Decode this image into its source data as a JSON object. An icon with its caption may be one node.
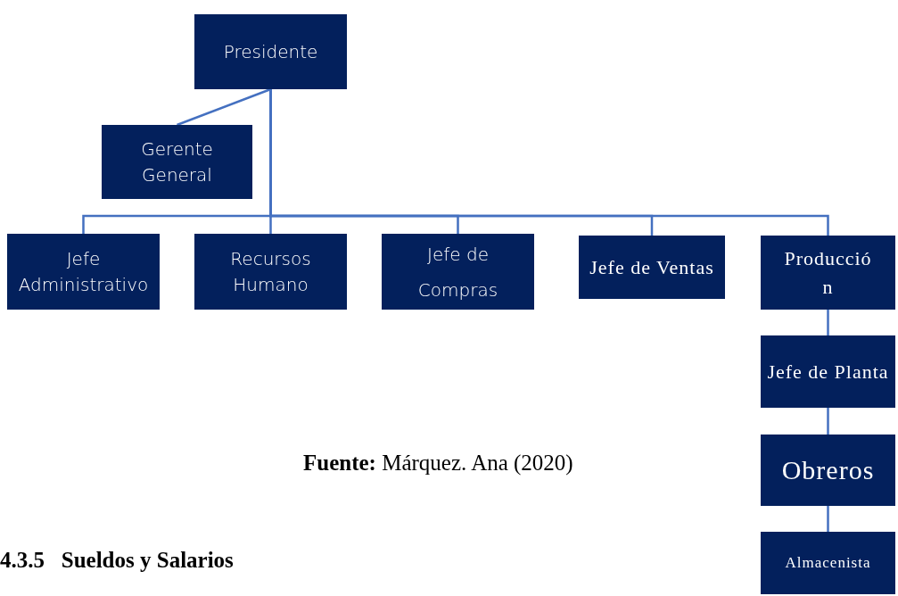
{
  "diagram": {
    "nodes": [
      {
        "text": [
          "Presidente"
        ]
      },
      {
        "text": [
          "Gerente General"
        ]
      },
      {
        "text": [
          "Jefe Administrativo"
        ]
      },
      {
        "text": [
          "Recursos Humano"
        ]
      },
      {
        "text": [
          "Jefe de Compras"
        ]
      },
      {
        "text": [
          "Jefe de Ventas"
        ]
      },
      {
        "text": [
          "Producción"
        ]
      },
      {
        "text": [
          "Jefe de Planta"
        ]
      },
      {
        "text": [
          "Obreros"
        ]
      },
      {
        "text": [
          "Almacenista"
        ]
      }
    ],
    "edges": [
      {
        "from": 0,
        "to": 1,
        "arrow": "none"
      },
      {
        "from": 0,
        "to": 2,
        "arrow": "none"
      },
      {
        "from": 0,
        "to": 3,
        "arrow": "none"
      },
      {
        "from": 0,
        "to": 4,
        "arrow": "none"
      },
      {
        "from": 0,
        "to": 5,
        "arrow": "none"
      },
      {
        "from": 0,
        "to": 6,
        "arrow": "none"
      },
      {
        "from": 6,
        "to": 7,
        "arrow": "none"
      },
      {
        "from": 7,
        "to": 8,
        "arrow": "none"
      },
      {
        "from": 8,
        "to": 9,
        "arrow": "none"
      }
    ],
    "labels": [
      "**Fuente:** Márquez. Ana (2020)",
      "4.3.5   Sueldos y Salarios"
    ]
  }
}
